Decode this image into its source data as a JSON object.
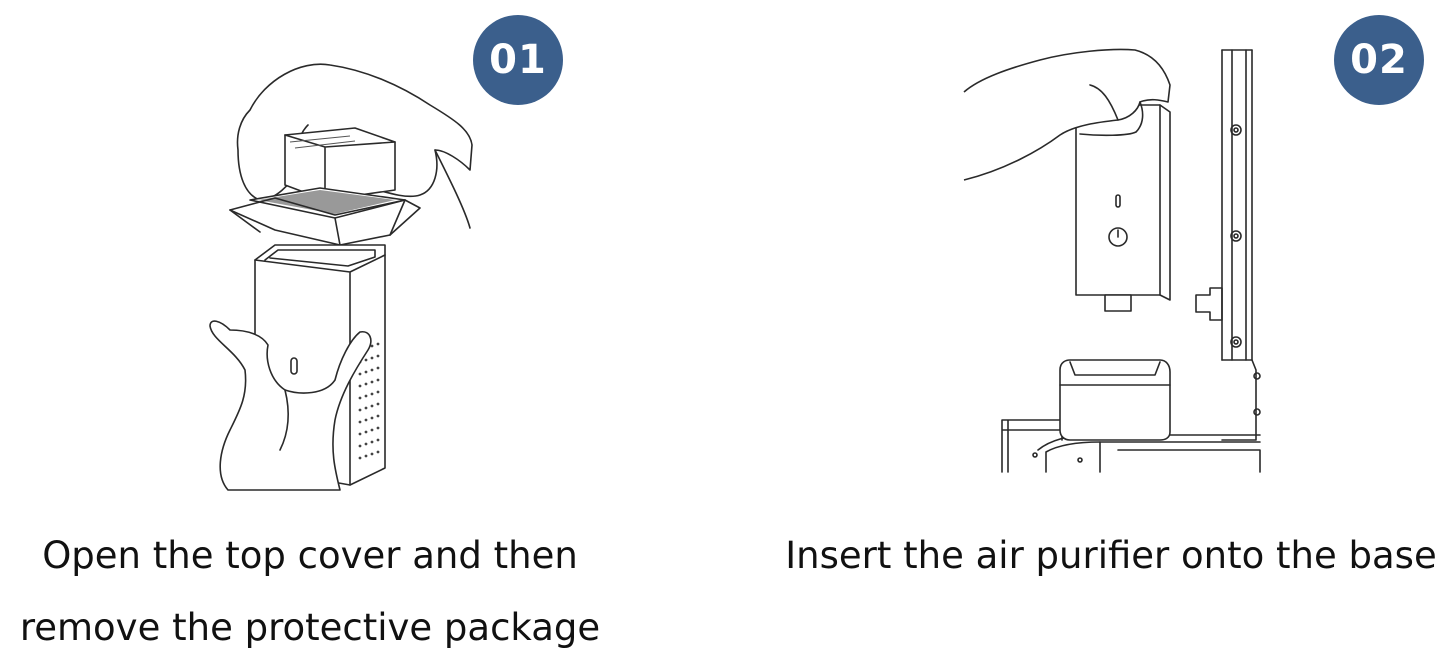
{
  "accent_color": "#3b5f8c",
  "steps": [
    {
      "number": "01",
      "caption_lines": [
        "Open the top cover and then",
        "remove the protective package"
      ]
    },
    {
      "number": "02",
      "caption_lines": [
        "Insert the air purifier onto the base"
      ]
    }
  ]
}
